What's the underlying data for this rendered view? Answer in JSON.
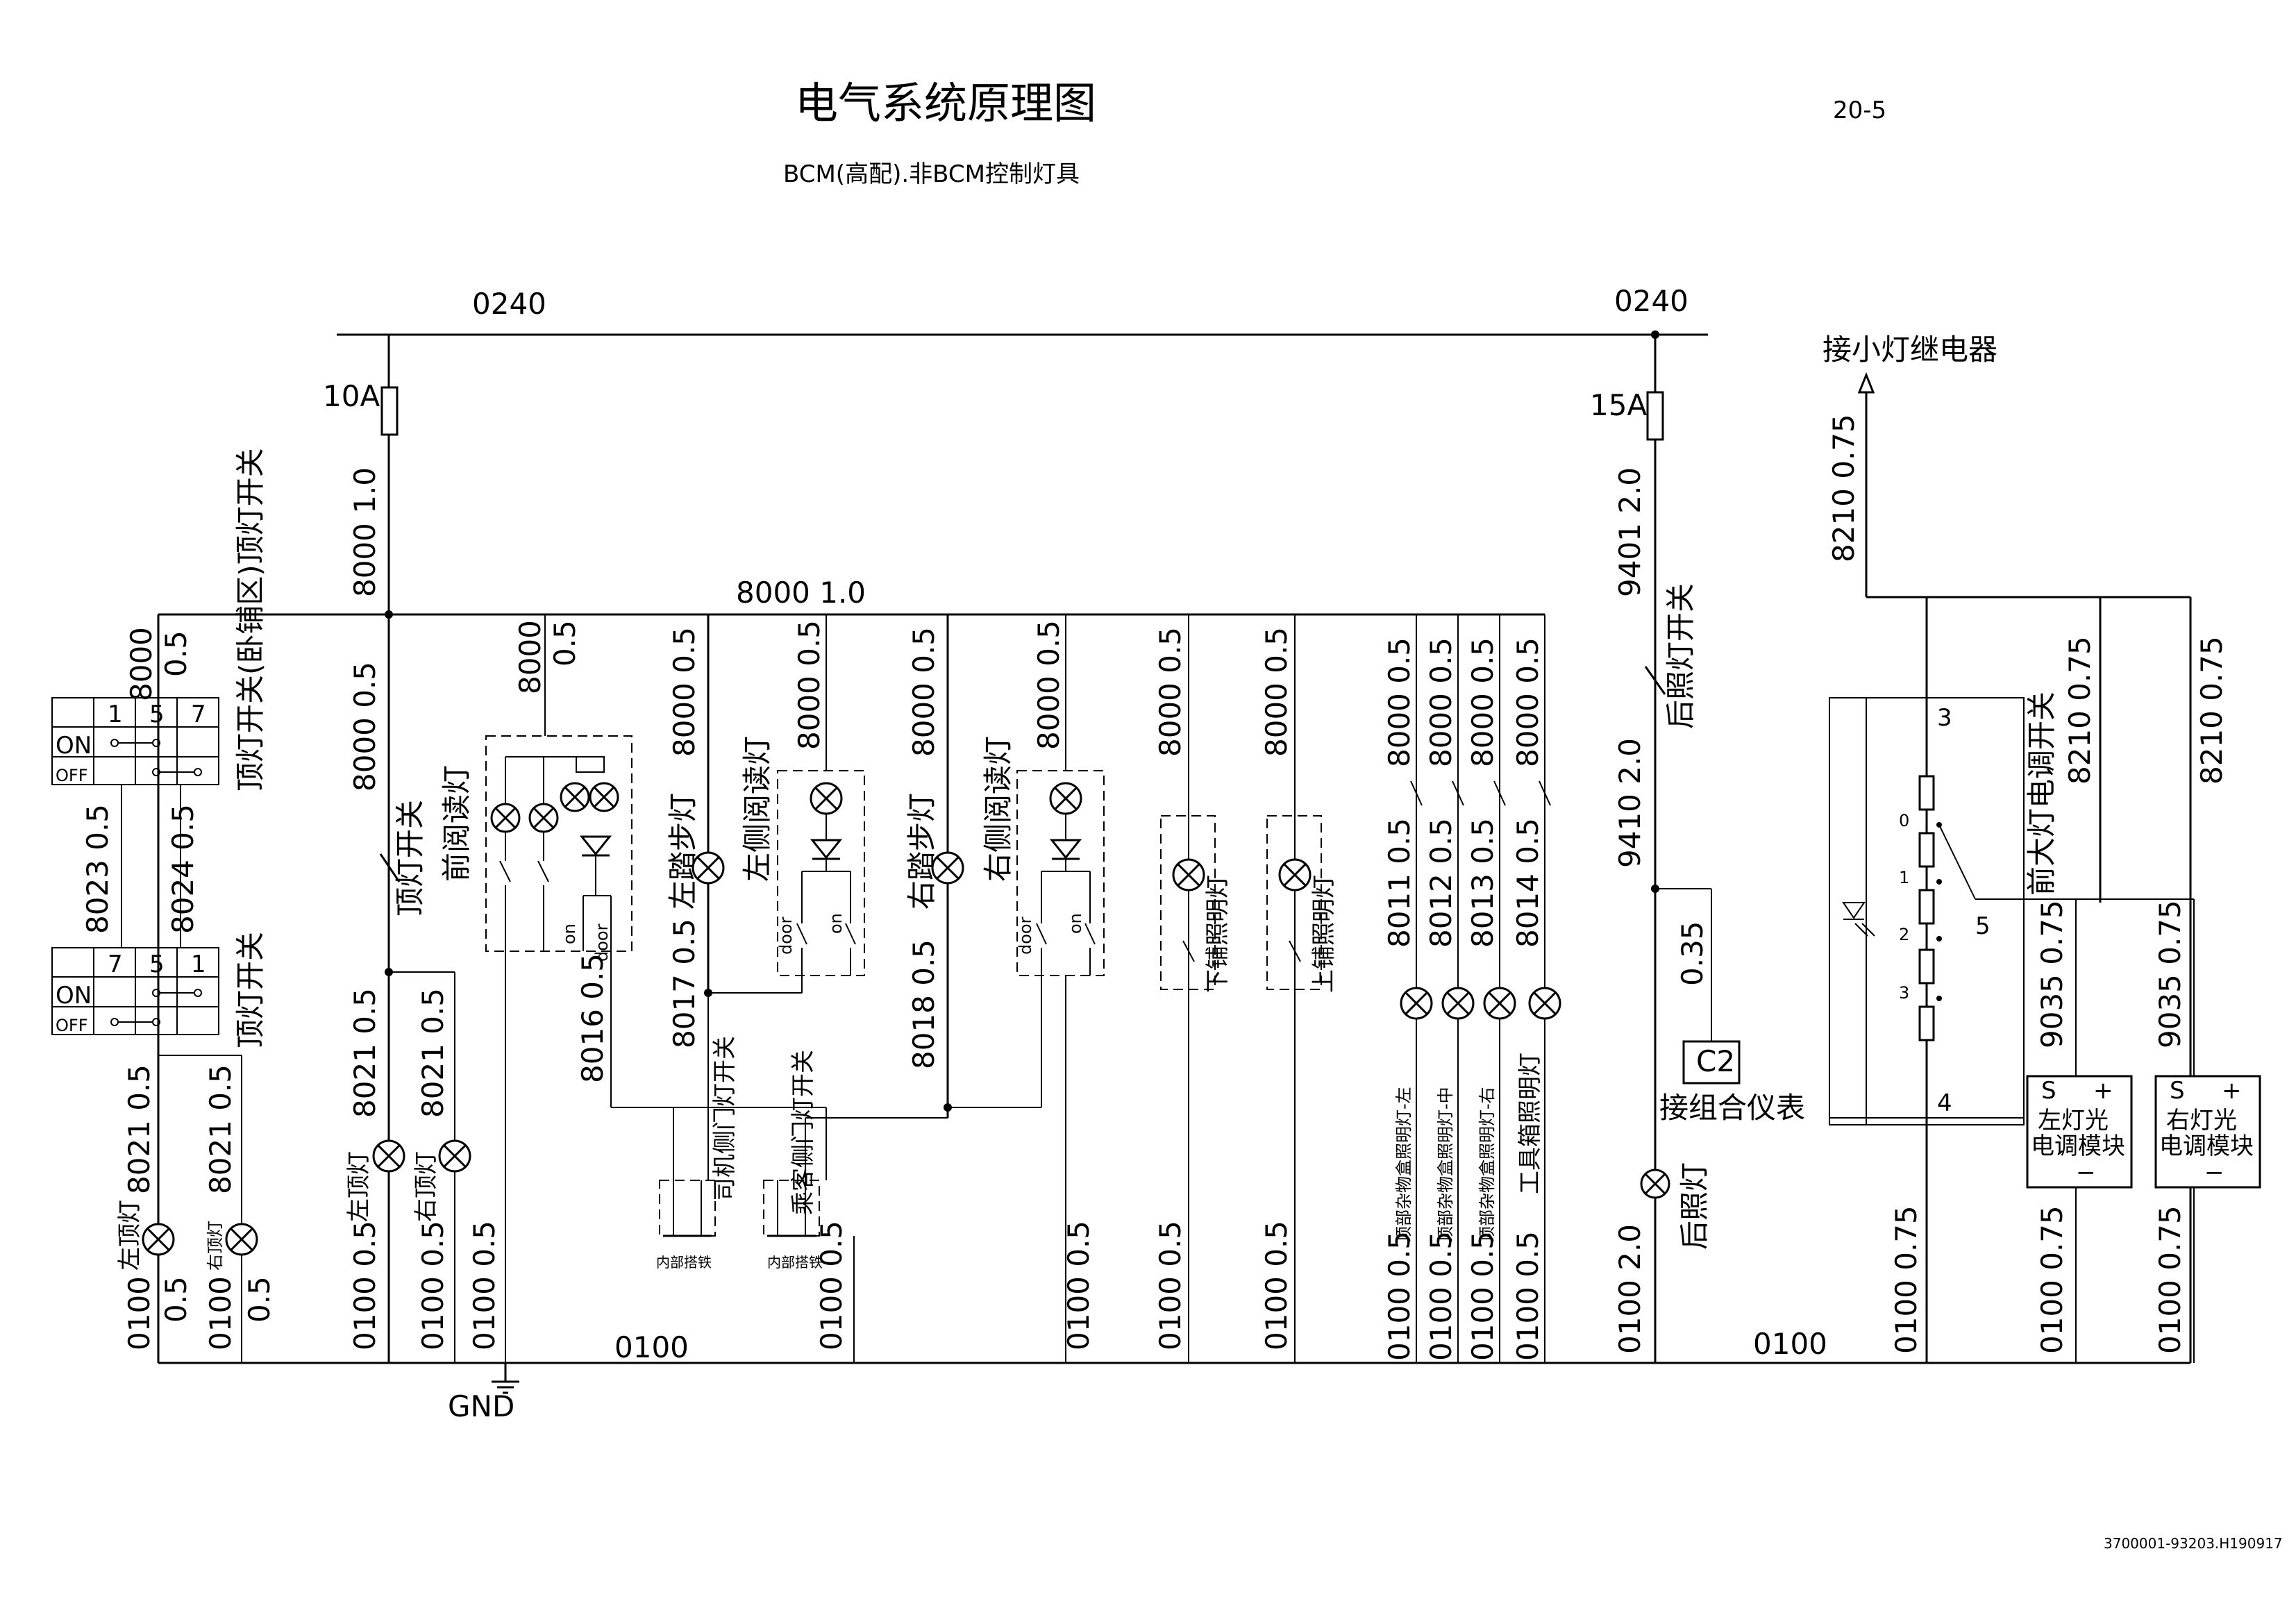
{
  "title": "电气系统原理图",
  "subtitle": "BCM(高配).非BCM控制灯具",
  "page_number": "20-5",
  "doc_code": "3700001-93203.H190917",
  "bus": {
    "top_left": "0240",
    "top_right": "0240",
    "mid": "8000 1.0",
    "ground_left": "0100",
    "ground_right": "0100",
    "gnd": "GND"
  },
  "fuses": {
    "left": "10A",
    "right": "15A"
  },
  "wires": {
    "w8000_10": "8000 1.0",
    "w8000_05": "8000 0.5",
    "w0100_05": "0100 0.5",
    "w8023": "8023 0.5",
    "w8024": "8024 0.5",
    "w8021": "8021 0.5",
    "w8016": "8016 0.5",
    "w8017": "8017 0.5",
    "w8018": "8018 0.5",
    "w8011": "8011 0.5",
    "w8012": "8012 0.5",
    "w8013": "8013 0.5",
    "w8014": "8014 0.5",
    "w9401": "9401 2.0",
    "w9410": "9410 2.0",
    "w0100_20": "0100 2.0",
    "w035": "0.35",
    "w8210": "8210 0.75",
    "w9035": "9035 0.75",
    "w0100_075": "0100 0.75",
    "w8000_short": "8000",
    "w05_short": "0.5",
    "w0100_short": "0100"
  },
  "switch_table": {
    "cols": [
      "1",
      "5",
      "7"
    ],
    "cols_rev": [
      "7",
      "5",
      "1"
    ],
    "on": "ON",
    "off": "OFF"
  },
  "labels": {
    "dome_switch_sleeper": "顶灯开关(卧铺区)顶灯开关",
    "dome_switch_sleeper_lower": "顶灯开关",
    "dome_switch": "顶灯开关",
    "left_dome": "左顶灯",
    "right_dome": "右顶灯",
    "front_reading": "前阅读灯",
    "left_step": "左踏步灯",
    "left_side_reading": "左侧阅读灯",
    "right_step": "右踏步灯",
    "right_side_reading": "右侧阅读灯",
    "driver_door_switch": "司机侧门灯开关",
    "passenger_door_switch": "乘客侧门灯开关",
    "internal_ground": "内部搭铁",
    "on": "on",
    "door": "door",
    "sleeper_lamp_lower": "下铺照明灯",
    "sleeper_lamp_upper": "上铺照明灯",
    "storage_left": "顶部杂物盒照明灯-左",
    "storage_mid": "顶部杂物盒照明灯-中",
    "storage_right": "顶部杂物盒照明灯-右",
    "toolbox": "工具箱照明灯",
    "rear_light_switch": "后照灯开关",
    "rear_light": "后照灯",
    "c2": "C2",
    "to_cluster": "接组合仪表",
    "to_relay": "接小灯继电器",
    "headlamp_switch": "前大灯电调开关",
    "left_module": "左灯光\n电调模块",
    "left_module_l1": "左灯光",
    "left_module_l2": "电调模块",
    "right_module_l1": "右灯光",
    "right_module_l2": "电调模块",
    "s": "S",
    "plus": "+",
    "minus": "−",
    "pos0": "0",
    "pos1": "1",
    "pos2": "2",
    "pos3": "3",
    "pin3": "3",
    "pin4": "4",
    "pin5": "5"
  }
}
